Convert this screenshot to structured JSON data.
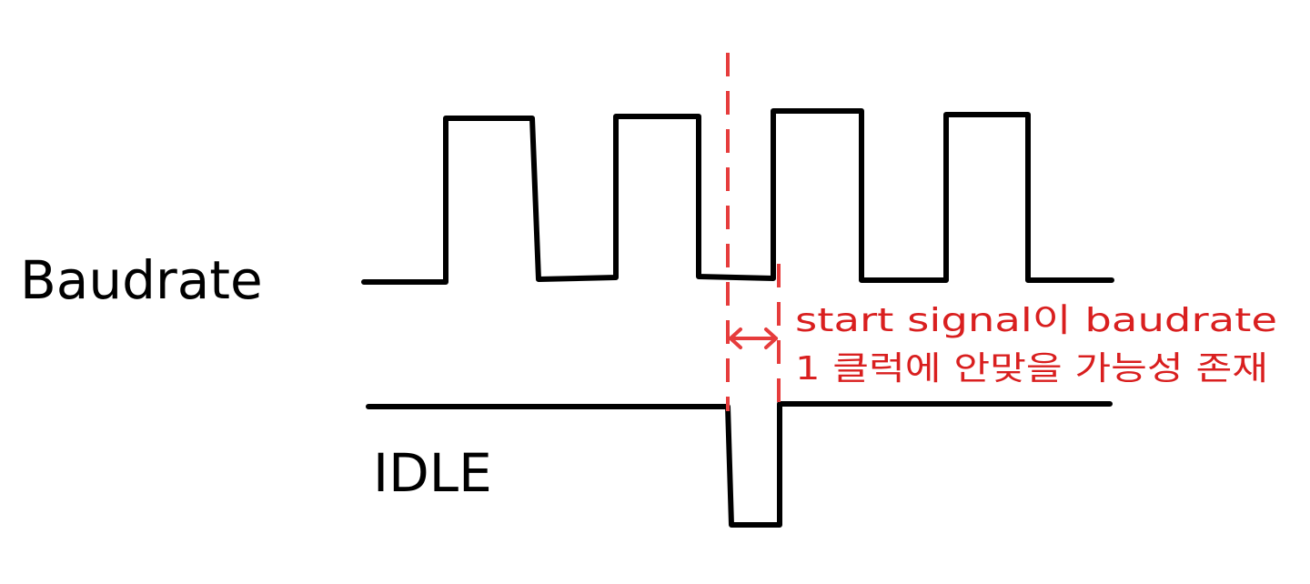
{
  "labels": {
    "baudrate": "Baudrate",
    "idle": "IDLE"
  },
  "annotation": {
    "line1": "start signal이 baudrate",
    "line2": "1 클럭에 안맞을 가능성 존재"
  },
  "colors": {
    "signal": "#000000",
    "annotation": "#d91f1f",
    "marker": "#e63c3c"
  }
}
